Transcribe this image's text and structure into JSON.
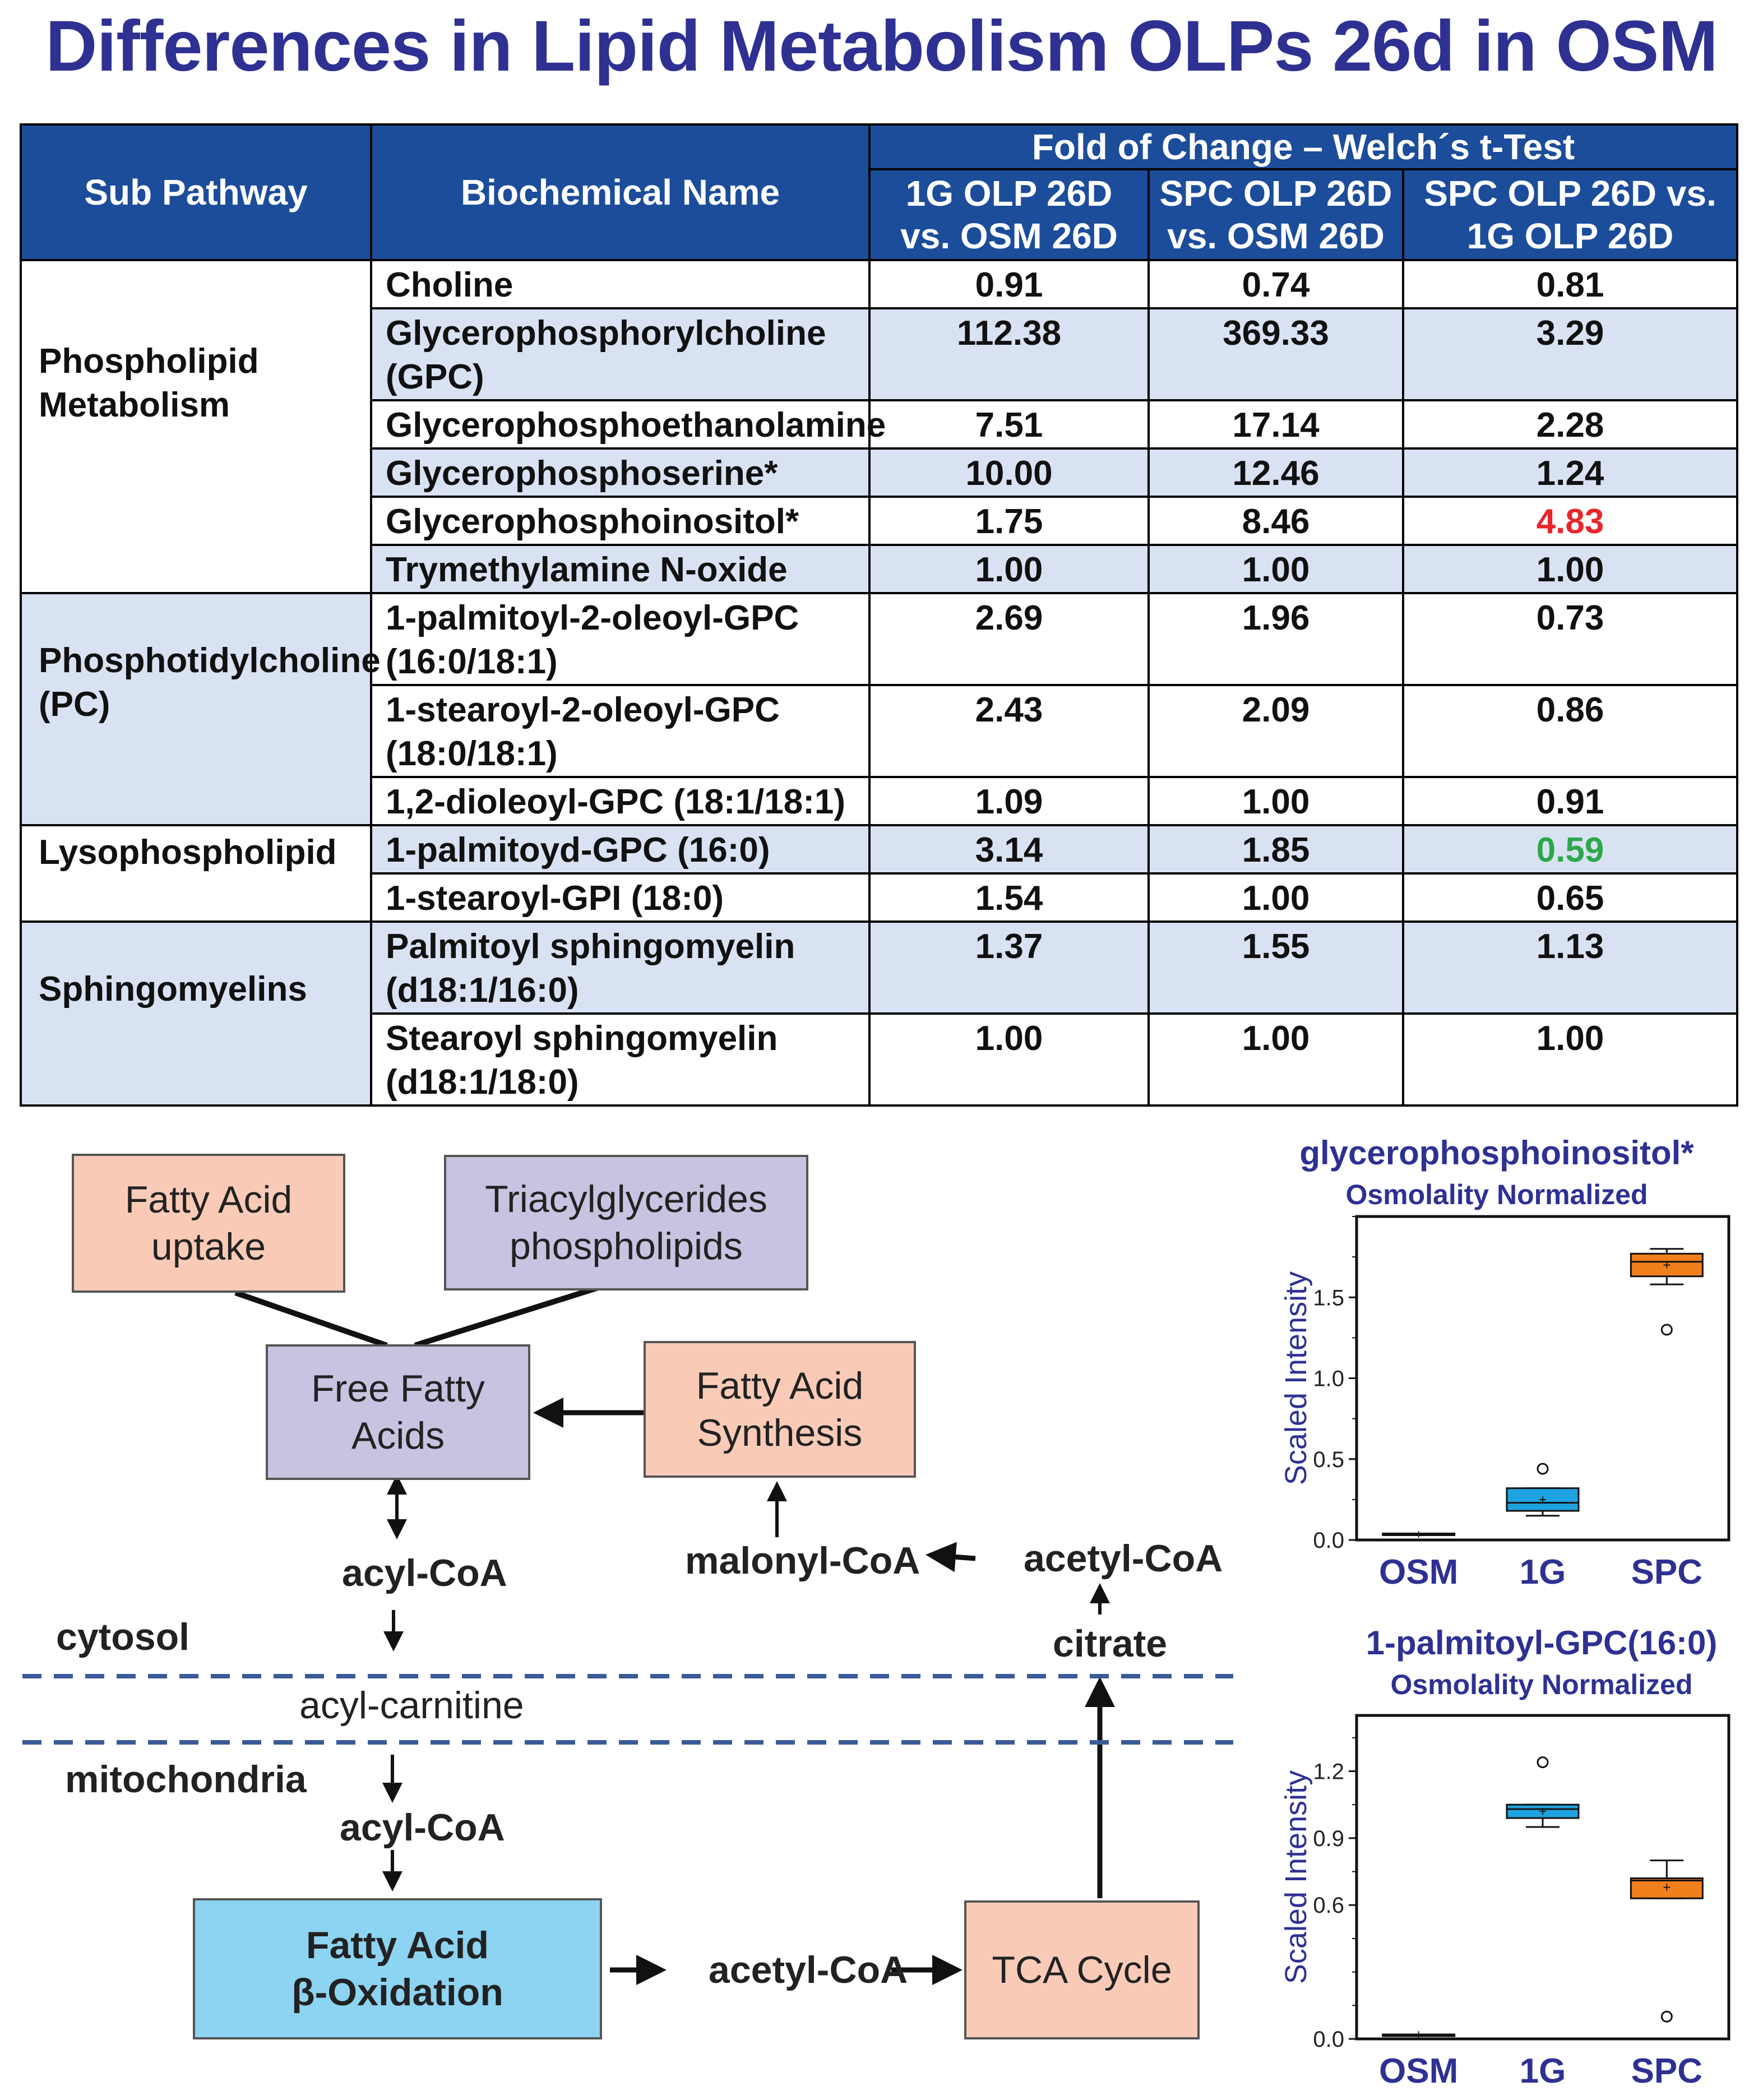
{
  "title": "Differences in Lipid Metabolism OLPs 26d in OSM",
  "table": {
    "header": {
      "sub_pathway": "Sub Pathway",
      "biochemical_name": "Biochemical Name",
      "fold_group": "Fold of Change – Welch´s t-Test",
      "col1_l1": "1G OLP 26D",
      "col1_l2": "vs. OSM 26D",
      "col2_l1": "SPC OLP 26D",
      "col2_l2": "vs. OSM 26D",
      "col3_l1": "SPC OLP 26D  vs.",
      "col3_l2": "1G OLP 26D"
    },
    "groups": [
      {
        "l1": "Phospholipid",
        "l2": "Metabolism"
      },
      {
        "l1": "Phosphotidylcholine",
        "l2": "(PC)"
      },
      {
        "l1": "Lysophospholipid",
        "l2": ""
      },
      {
        "l1": "Sphingomyelins",
        "l2": ""
      }
    ],
    "rows": [
      {
        "l1": "Choline",
        "l2": "",
        "c1": "0.91",
        "c2": "0.74",
        "c3": "0.81"
      },
      {
        "l1": "Glycerophosphorylcholine",
        "l2": "(GPC)",
        "c1": "112.38",
        "c2": "369.33",
        "c3": "3.29"
      },
      {
        "l1": "Glycerophosphoethanolamine",
        "l2": "",
        "c1": "7.51",
        "c2": "17.14",
        "c3": "2.28"
      },
      {
        "l1": "Glycerophosphoserine*",
        "l2": "",
        "c1": "10.00",
        "c2": "12.46",
        "c3": "1.24"
      },
      {
        "l1": "Glycerophosphoinositol*",
        "l2": "",
        "c1": "1.75",
        "c2": "8.46",
        "c3": "4.83"
      },
      {
        "l1": "Trymethylamine N-oxide",
        "l2": "",
        "c1": "1.00",
        "c2": "1.00",
        "c3": "1.00"
      },
      {
        "l1": "1-palmitoyl-2-oleoyl-GPC",
        "l2": "(16:0/18:1)",
        "c1": "2.69",
        "c2": "1.96",
        "c3": "0.73"
      },
      {
        "l1": "1-stearoyl-2-oleoyl-GPC",
        "l2": "(18:0/18:1)",
        "c1": "2.43",
        "c2": "2.09",
        "c3": "0.86"
      },
      {
        "l1": "1,2-dioleoyl-GPC (18:1/18:1)",
        "l2": "",
        "c1": "1.09",
        "c2": "1.00",
        "c3": "0.91"
      },
      {
        "l1": "1-palmitoyd-GPC (16:0)",
        "l2": "",
        "c1": "3.14",
        "c2": "1.85",
        "c3": "0.59"
      },
      {
        "l1": "1-stearoyl-GPI (18:0)",
        "l2": "",
        "c1": "1.54",
        "c2": "1.00",
        "c3": "0.65"
      },
      {
        "l1": "Palmitoyl sphingomyelin",
        "l2": "(d18:1/16:0)",
        "c1": "1.37",
        "c2": "1.55",
        "c3": "1.13"
      },
      {
        "l1": "Stearoyl sphingomyelin",
        "l2": "(d18:1/18:0)",
        "c1": "1.00",
        "c2": "1.00",
        "c3": "1.00"
      }
    ],
    "colors": {
      "header_bg": "#1c4d9a",
      "alt_row": "#d9e2f3",
      "increase": "#e8262b",
      "decrease": "#2ca84a"
    }
  },
  "diagram": {
    "boxes": {
      "fatty_acid_uptake": "Fatty Acid uptake",
      "triacyl_l1": "Triacylglycerides",
      "triacyl_l2": "phospholipids",
      "free_fatty_acids": "Free Fatty Acids",
      "fas_l1": "Fatty Acid",
      "fas_l2": "Synthesis",
      "beta_l1": "Fatty Acid",
      "beta_l2": "β-Oxidation",
      "tca": "TCA Cycle"
    },
    "labels": {
      "acyl_coa_1": "acyl-CoA",
      "malonyl_coa": "malonyl-CoA",
      "acetyl_coa_top": "acetyl-CoA",
      "cytosol": "cytosol",
      "citrate": "citrate",
      "acyl_carnitine": "acyl-carnitine",
      "mitochondria": "mitochondria",
      "acyl_coa_2": "acyl-CoA",
      "acetyl_coa_bottom": "acetyl-CoA"
    },
    "colors": {
      "salmon": "#f9cbb7",
      "lavender": "#c7c3e0",
      "blue": "#8dd3f2",
      "dash": "#3a5a98"
    }
  },
  "chart_data": [
    {
      "type": "box",
      "title": "glycerophosphoinositol*",
      "subtitle": "Osmolality Normalized",
      "ylabel": "Scaled Intensity",
      "categories": [
        "OSM",
        "1G",
        "SPC"
      ],
      "yticks": [
        "0.0",
        "0.5",
        "1.0",
        "1.5"
      ],
      "colors": [
        "#2a2a2a",
        "#1fa3e0",
        "#f07f1c"
      ],
      "boxes": [
        {
          "min": 0.03,
          "q1": 0.03,
          "median": 0.03,
          "q3": 0.04,
          "max": 0.04,
          "mean": 0.035,
          "outliers": []
        },
        {
          "min": 0.15,
          "q1": 0.18,
          "median": 0.23,
          "q3": 0.32,
          "max": 0.32,
          "mean": 0.25,
          "outliers": [
            0.44
          ]
        },
        {
          "min": 1.58,
          "q1": 1.63,
          "median": 1.72,
          "q3": 1.77,
          "max": 1.8,
          "mean": 1.7,
          "outliers": [
            1.3
          ]
        }
      ]
    },
    {
      "type": "box",
      "title": "1-palmitoyl-GPC(16:0)",
      "subtitle": "Osmolality Normalized",
      "ylabel": "Scaled Intensity",
      "categories": [
        "OSM",
        "1G",
        "SPC"
      ],
      "yticks": [
        "0.0",
        "0.6",
        "0.9",
        "1.2"
      ],
      "colors": [
        "#2a2a2a",
        "#1fa3e0",
        "#f07f1c"
      ],
      "boxes": [
        {
          "min": 0.02,
          "q1": 0.02,
          "median": 0.02,
          "q3": 0.02,
          "max": 0.02,
          "mean": 0.02,
          "outliers": []
        },
        {
          "min": 0.95,
          "q1": 0.99,
          "median": 1.03,
          "q3": 1.05,
          "max": 1.05,
          "mean": 1.02,
          "outliers": [
            1.24
          ]
        },
        {
          "min": 0.63,
          "q1": 0.63,
          "median": 0.71,
          "q3": 0.72,
          "max": 0.8,
          "mean": 0.68,
          "outliers": [
            0.1
          ]
        }
      ]
    }
  ]
}
